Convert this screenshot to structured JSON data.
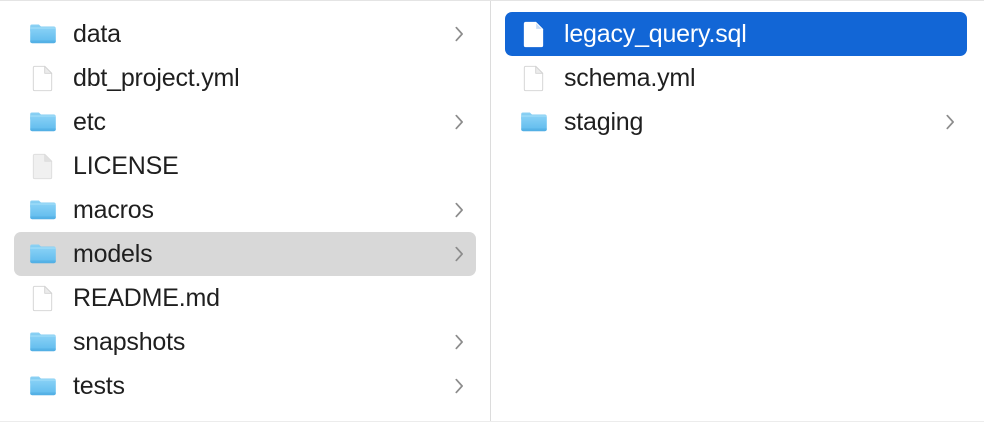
{
  "view": {
    "name": "finder-column-view",
    "background_color": "#ffffff",
    "divider_color": "#dcdcdc",
    "selection_active_color": "#1266d6",
    "selection_inactive_color": "#d8d8d8",
    "text_color": "#1f1f1f",
    "selected_text_color": "#ffffff",
    "chevron_color": "#8c8c8c"
  },
  "columns": [
    {
      "name": "parent-column",
      "items": [
        {
          "label": "data",
          "icon": "folder-icon",
          "kind": "folder",
          "has_chevron": true,
          "state": "normal"
        },
        {
          "label": "dbt_project.yml",
          "icon": "file-icon",
          "kind": "file",
          "has_chevron": false,
          "state": "normal"
        },
        {
          "label": "etc",
          "icon": "folder-icon",
          "kind": "folder",
          "has_chevron": true,
          "state": "normal"
        },
        {
          "label": "LICENSE",
          "icon": "generic-file-icon",
          "kind": "file",
          "has_chevron": false,
          "state": "normal"
        },
        {
          "label": "macros",
          "icon": "folder-icon",
          "kind": "folder",
          "has_chevron": true,
          "state": "normal"
        },
        {
          "label": "models",
          "icon": "folder-icon",
          "kind": "folder",
          "has_chevron": true,
          "state": "selected-inactive"
        },
        {
          "label": "README.md",
          "icon": "file-icon",
          "kind": "file",
          "has_chevron": false,
          "state": "normal"
        },
        {
          "label": "snapshots",
          "icon": "folder-icon",
          "kind": "folder",
          "has_chevron": true,
          "state": "normal"
        },
        {
          "label": "tests",
          "icon": "folder-icon",
          "kind": "folder",
          "has_chevron": true,
          "state": "normal"
        }
      ]
    },
    {
      "name": "child-column",
      "items": [
        {
          "label": "legacy_query.sql",
          "icon": "file-icon",
          "kind": "file",
          "has_chevron": false,
          "state": "selected-active"
        },
        {
          "label": "schema.yml",
          "icon": "file-icon",
          "kind": "file",
          "has_chevron": false,
          "state": "normal"
        },
        {
          "label": "staging",
          "icon": "folder-icon",
          "kind": "folder",
          "has_chevron": true,
          "state": "normal"
        }
      ]
    }
  ]
}
